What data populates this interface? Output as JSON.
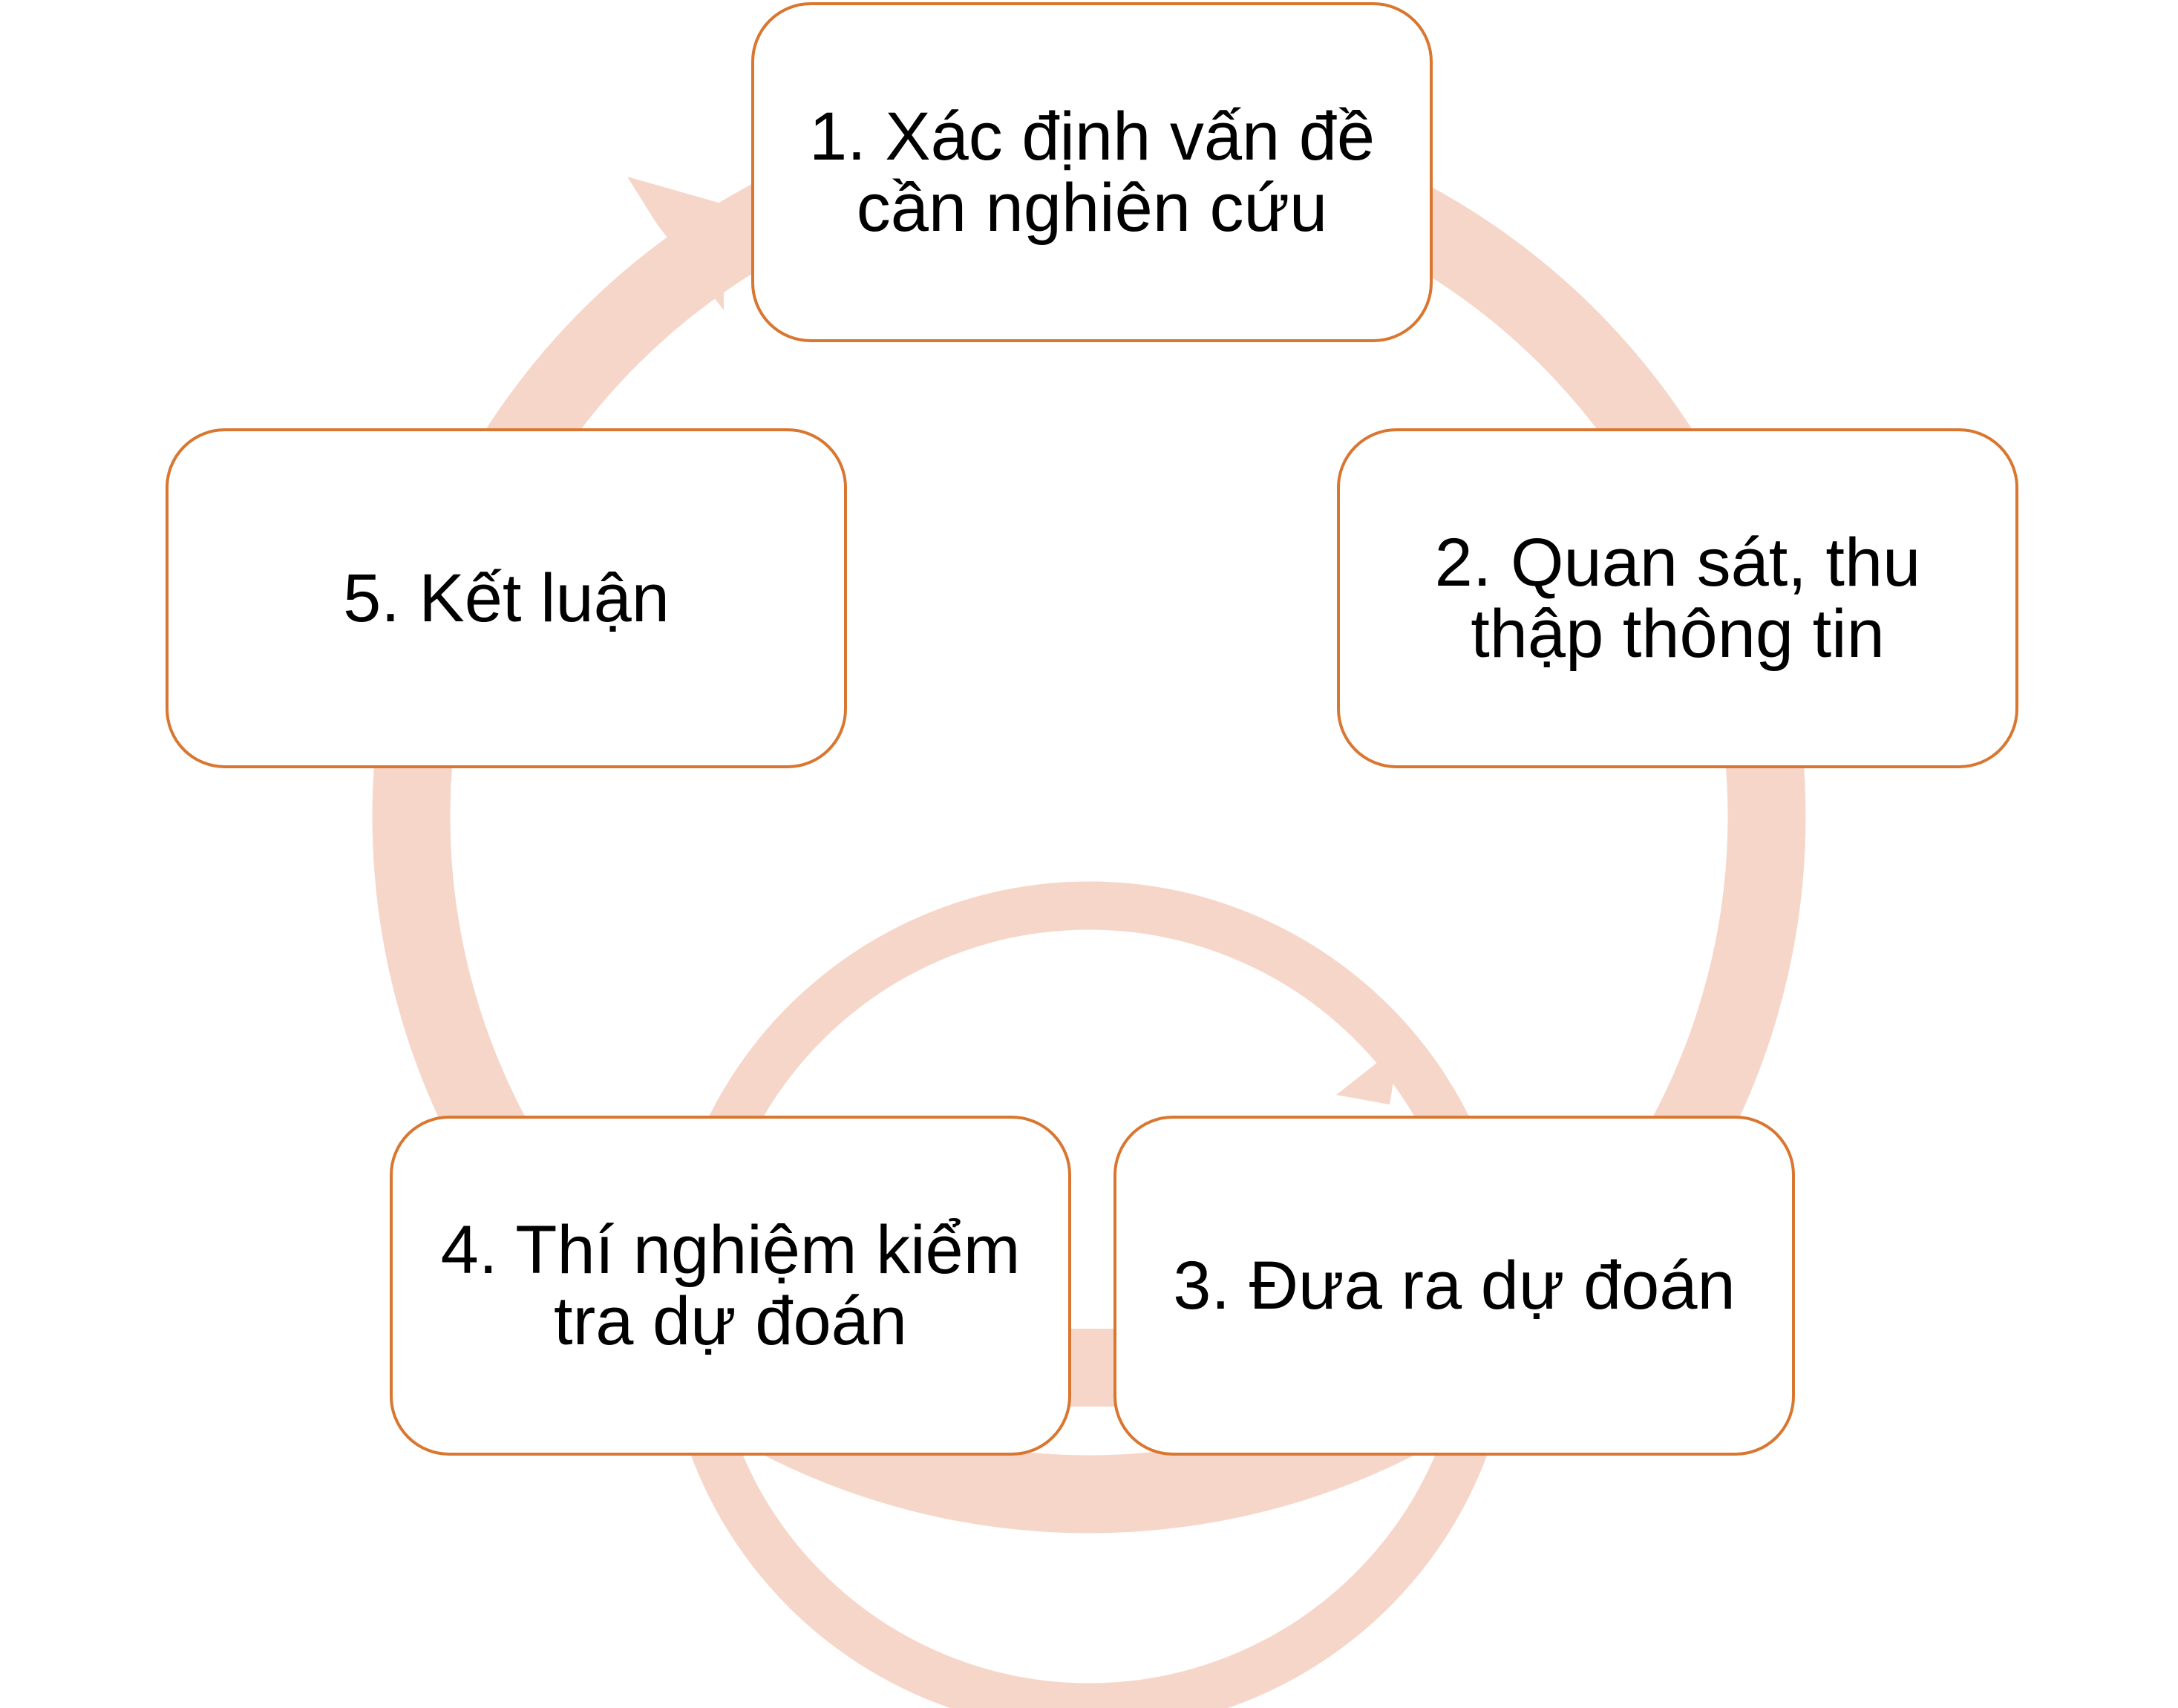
{
  "colors": {
    "box_border": "#d9762f",
    "arrow_fill": "#f7d6ca",
    "text": "#000000",
    "background": "#ffffff"
  },
  "steps": [
    {
      "label": "1. Xác định vấn đề cần nghiên cứu"
    },
    {
      "label": "2. Quan sát, thu thập thông tin"
    },
    {
      "label": "3. Đưa ra dự đoán"
    },
    {
      "label": "4. Thí nghiệm kiểm tra dự đoán"
    },
    {
      "label": "5. Kết luận"
    }
  ]
}
